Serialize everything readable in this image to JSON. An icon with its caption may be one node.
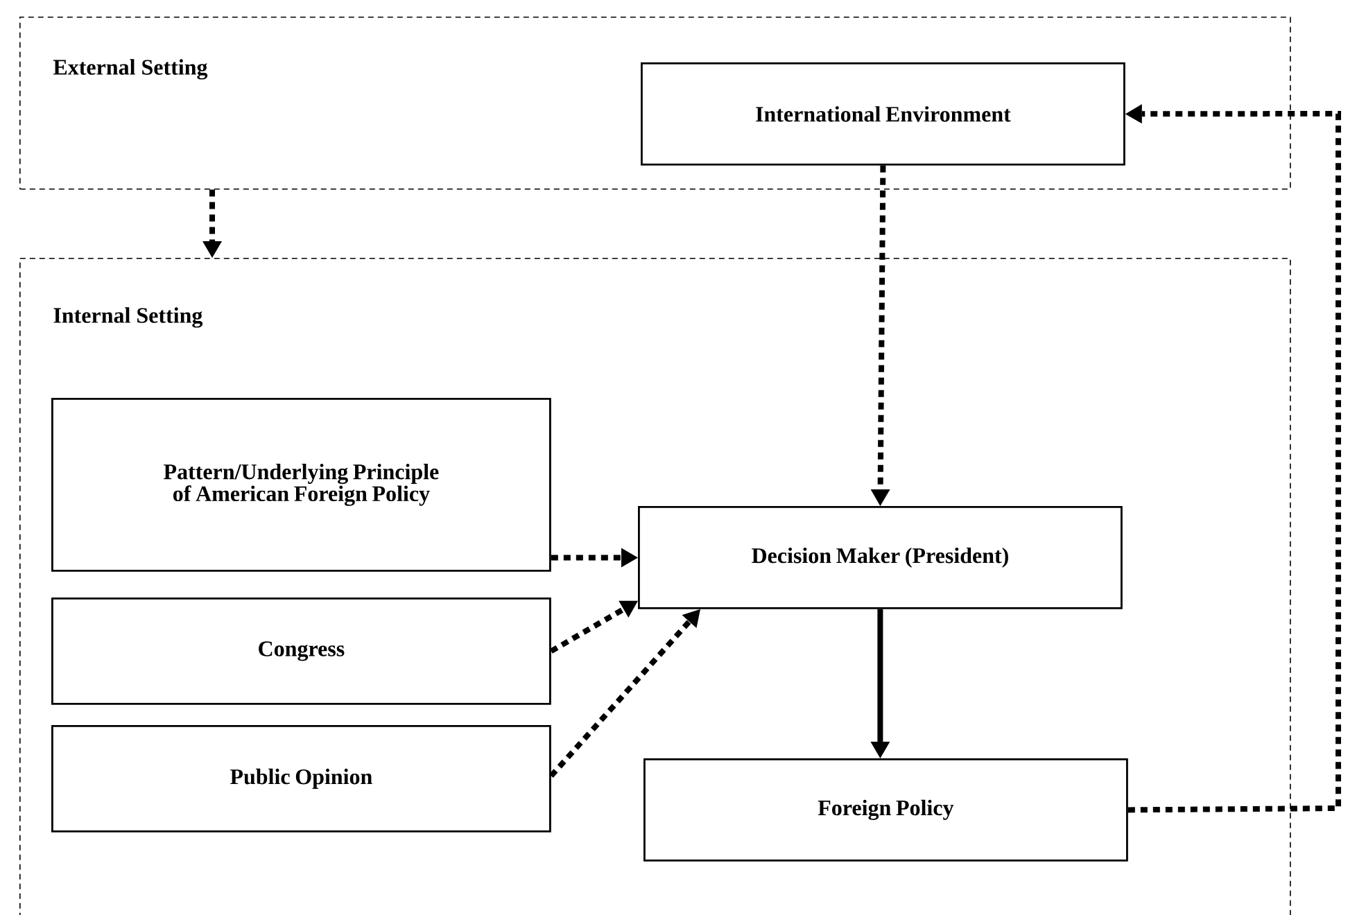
{
  "diagram": {
    "nodes": [
      {
        "text": [
          "External Setting"
        ]
      },
      {
        "text": [
          "International Environment"
        ],
        "in": 0
      },
      {
        "text": [
          "Internal Setting"
        ]
      },
      {
        "text": [
          "Pattern/Underlying Principle of American Foreign Policy"
        ],
        "in": 2
      },
      {
        "text": [
          "Congress"
        ],
        "in": 2
      },
      {
        "text": [
          "Public Opinion"
        ],
        "in": 2
      },
      {
        "text": [
          "Decision Maker (President)"
        ],
        "in": 2
      },
      {
        "text": [
          "Foreign Policy"
        ],
        "in": 2
      }
    ],
    "edges": [
      {
        "from": 0,
        "to": 2,
        "arrow": "to",
        "style": "dashed"
      },
      {
        "from": 1,
        "to": 6,
        "arrow": "to",
        "style": "dashed"
      },
      {
        "from": 3,
        "to": 6,
        "arrow": "to",
        "style": "dashed"
      },
      {
        "from": 4,
        "to": 6,
        "arrow": "to",
        "style": "dashed"
      },
      {
        "from": 5,
        "to": 6,
        "arrow": "to",
        "style": "dashed"
      },
      {
        "from": 6,
        "to": 7,
        "arrow": "to"
      },
      {
        "from": 7,
        "to": 1,
        "arrow": "to",
        "style": "dashed"
      }
    ]
  }
}
